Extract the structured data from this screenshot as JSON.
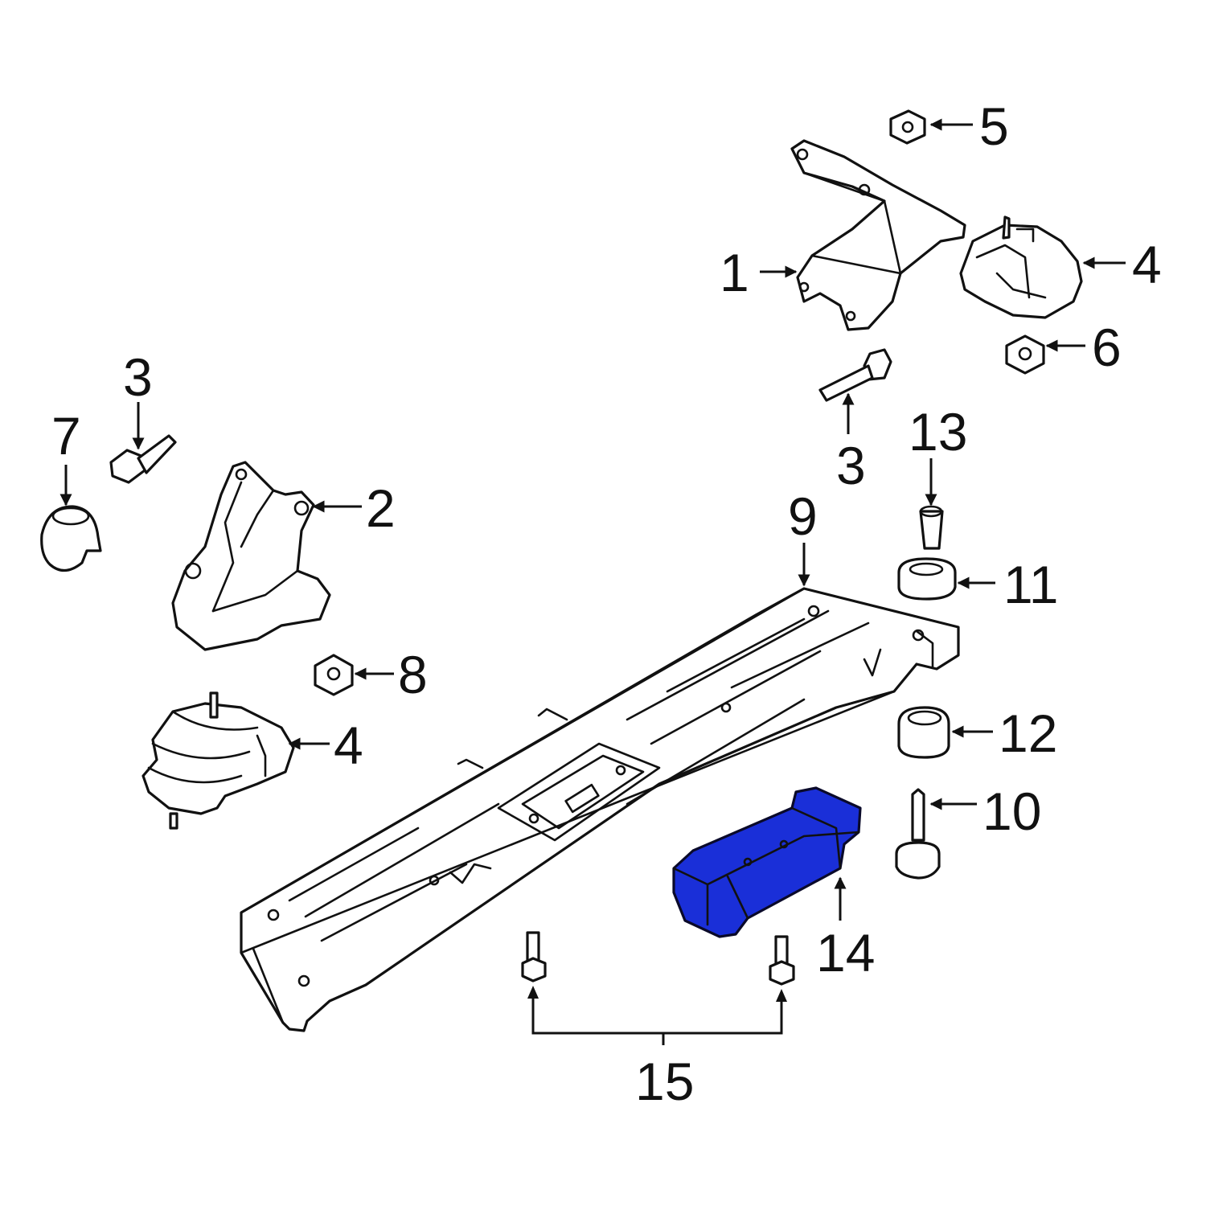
{
  "diagram": {
    "highlight_color": "#1a2fd8",
    "callouts": [
      {
        "id": "c1",
        "text": "1"
      },
      {
        "id": "c2",
        "text": "2"
      },
      {
        "id": "c3a",
        "text": "3"
      },
      {
        "id": "c3b",
        "text": "3"
      },
      {
        "id": "c4a",
        "text": "4"
      },
      {
        "id": "c4b",
        "text": "4"
      },
      {
        "id": "c5",
        "text": "5"
      },
      {
        "id": "c6",
        "text": "6"
      },
      {
        "id": "c7",
        "text": "7"
      },
      {
        "id": "c8",
        "text": "8"
      },
      {
        "id": "c9",
        "text": "9"
      },
      {
        "id": "c10",
        "text": "10"
      },
      {
        "id": "c11",
        "text": "11"
      },
      {
        "id": "c12",
        "text": "12"
      },
      {
        "id": "c13",
        "text": "13"
      },
      {
        "id": "c14",
        "text": "14"
      },
      {
        "id": "c15",
        "text": "15"
      }
    ]
  }
}
